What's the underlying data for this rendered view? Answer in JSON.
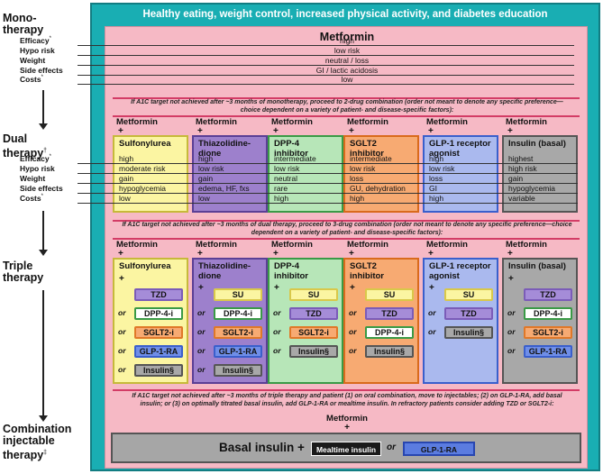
{
  "header": "Healthy eating, weight control, increased physical activity, and diabetes education",
  "stages": {
    "mono": "Mono-\ntherapy",
    "dual": "Dual\ntherapy",
    "dual_mark": "†",
    "triple": "Triple\ntherapy",
    "combo": "Combination\ninjectable\ntherapy",
    "combo_mark": "‡"
  },
  "row_labels": [
    {
      "text": "Efficacy",
      "mark": "*"
    },
    {
      "text": "Hypo risk",
      "mark": ""
    },
    {
      "text": "Weight",
      "mark": ""
    },
    {
      "text": "Side effects",
      "mark": ""
    },
    {
      "text": "Costs",
      "mark": "*"
    }
  ],
  "mono": {
    "title": "Metformin",
    "values": [
      "high",
      "low risk",
      "neutral / loss",
      "GI / lactic acidosis",
      "low"
    ]
  },
  "note1": "If A1C target not achieved after ~3 months of monotherapy, proceed to 2-drug combination (order not meant to denote any specific preference—choice dependent on a variety of patient- and disease-specific factors):",
  "note2": "If A1C target not achieved after ~3 months of dual therapy, proceed to 3-drug combination (order not meant to denote any specific preference—choice dependent on a variety of patient- and disease-specific factors):",
  "note3": "If A1C target not achieved after ~3 months of triple therapy and patient (1) on oral combination, move to injectables; (2) on GLP-1-RA, add basal insulin; or (3) on optimally titrated basal insulin, add GLP-1-RA or mealtime insulin. In refractory patients consider adding TZD or SGLT2-i:",
  "metformin": "Metformin",
  "plus": "+",
  "or": "or",
  "dual": [
    {
      "name": "Sulfonylurea",
      "values": [
        "high",
        "moderate risk",
        "gain",
        "hypoglycemia",
        "low"
      ],
      "fill": "#fbf5a2",
      "border": "#c6b93a"
    },
    {
      "name": "Thiazolidine-\ndione",
      "values": [
        "high",
        "low risk",
        "gain",
        "edema, HF, fxs",
        "low"
      ],
      "fill": "#9d80cc",
      "border": "#5b3f95"
    },
    {
      "name": "DPP-4\ninhibitor",
      "values": [
        "intermediate",
        "low risk",
        "neutral",
        "rare",
        "high"
      ],
      "fill": "#b7e6b8",
      "border": "#3a9a46"
    },
    {
      "name": "SGLT2\ninhibitor",
      "values": [
        "intermediate",
        "low risk",
        "loss",
        "GU, dehydration",
        "high"
      ],
      "fill": "#f7aa72",
      "border": "#d96a1c"
    },
    {
      "name": "GLP-1 receptor\nagonist",
      "values": [
        "high",
        "low risk",
        "loss",
        "GI",
        "high"
      ],
      "fill": "#aab9ee",
      "border": "#3a5fcc"
    },
    {
      "name": "Insulin (basal)",
      "values": [
        "highest",
        "high risk",
        "gain",
        "hypoglycemia",
        "variable"
      ],
      "fill": "#a8a8a8",
      "border": "#555555"
    }
  ],
  "triple": [
    {
      "name": "Sulfonylurea",
      "chips": [
        "TZD",
        "DPP-4-i",
        "SGLT2-i",
        "GLP-1-RA",
        "Insulin§"
      ],
      "fill": "#fbf5a2",
      "border": "#c6b93a"
    },
    {
      "name": "Thiazolidine-\ndione",
      "chips": [
        "SU",
        "DPP-4-i",
        "SGLT2-i",
        "GLP-1-RA",
        "Insulin§"
      ],
      "fill": "#9d80cc",
      "border": "#5b3f95"
    },
    {
      "name": "DPP-4\ninhibitor",
      "chips": [
        "SU",
        "TZD",
        "SGLT2-i",
        "Insulin§"
      ],
      "fill": "#b7e6b8",
      "border": "#3a9a46"
    },
    {
      "name": "SGLT2\ninhibitor",
      "chips": [
        "SU",
        "TZD",
        "DPP-4-i",
        "Insulin§"
      ],
      "fill": "#f7aa72",
      "border": "#d96a1c"
    },
    {
      "name": "GLP-1 receptor\nagonist",
      "chips": [
        "SU",
        "TZD",
        "Insulin§"
      ],
      "fill": "#aab9ee",
      "border": "#3a5fcc"
    },
    {
      "name": "Insulin (basal)",
      "chips": [
        "TZD",
        "DPP-4-i",
        "SGLT2-i",
        "GLP-1-RA"
      ],
      "fill": "#a8a8a8",
      "border": "#555555"
    }
  ],
  "chip_colors": {
    "TZD": "#7b5cb8",
    "SU": "#d9c84a",
    "DPP-4-i": "#3a9a46",
    "SGLT2-i": "#e07828",
    "GLP-1-RA": "#3a5fcc",
    "Insulin§": "#555555"
  },
  "chip_fills": {
    "TZD": "#a58cd8",
    "SU": "#fbf5a2",
    "DPP-4-i": "#ffffff",
    "SGLT2-i": "#f7aa72",
    "GLP-1-RA": "#6f8ee8",
    "Insulin§": "#a8a8a8"
  },
  "combo": {
    "basal": "Basal insulin +",
    "mealtime": "Mealtime insulin",
    "or": "or",
    "glp": "GLP-1-RA"
  }
}
